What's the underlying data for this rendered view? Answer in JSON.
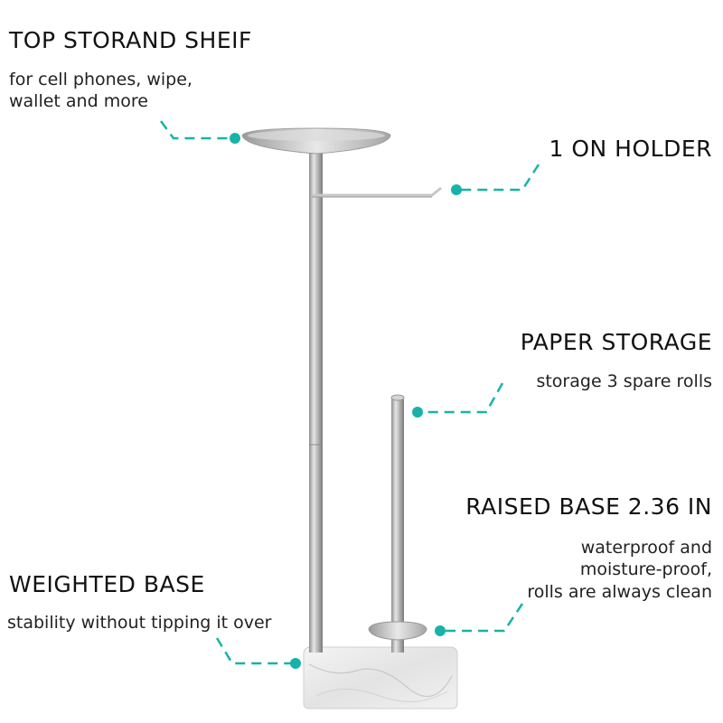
{
  "callouts": {
    "top_shelf": {
      "title": "TOP STORAND SHEIF",
      "lines": [
        "for cell phones, wipe,",
        "wallet and more"
      ]
    },
    "holder": {
      "title": "1 ON HOLDER"
    },
    "paper_storage": {
      "title": "PAPER STORAGE",
      "lines": [
        "storage 3 spare rolls"
      ]
    },
    "raised_base": {
      "title": "RAISED BASE 2.36 IN",
      "lines": [
        "waterproof and",
        "moisture-proof,",
        "rolls are always clean"
      ]
    },
    "weighted_base": {
      "title": "WEIGHTED BASE",
      "lines": [
        "stability without tipping it over"
      ]
    }
  },
  "colors": {
    "leader": "#17b3a8",
    "metal": "#b9b9b9",
    "marble": "#efefef",
    "text": "#111111"
  }
}
